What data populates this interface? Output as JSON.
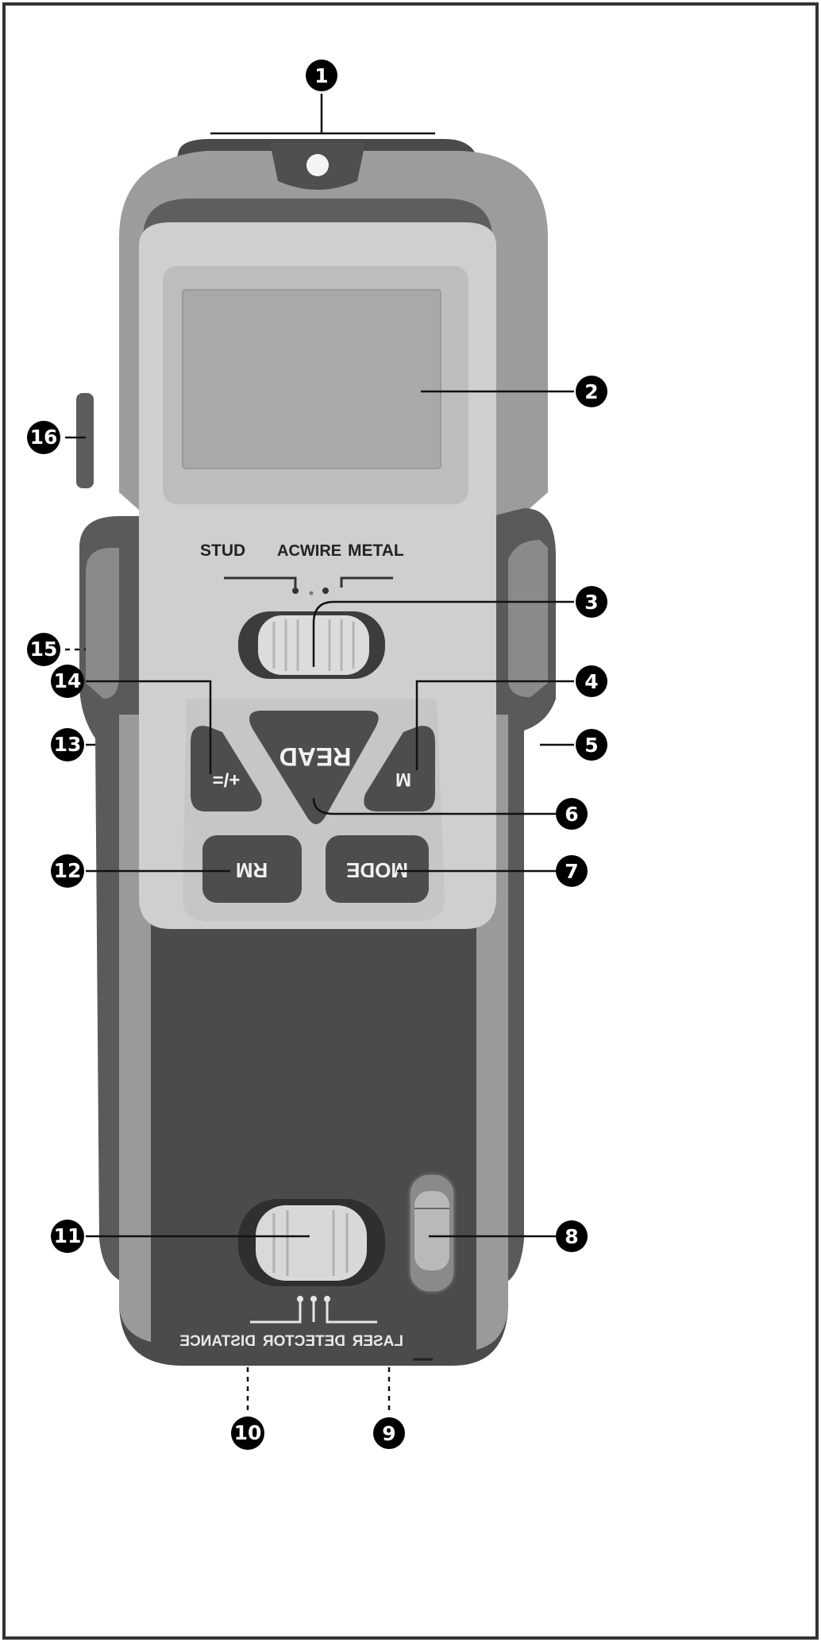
{
  "colors": {
    "background": "#ffffff",
    "frame": "#333333",
    "housing_dark": "#4a4a4a",
    "housing_mid": "#8e8e8e",
    "bumper": "#a3a3a3",
    "face_light": "#cfcfcf",
    "screen": "#aaaaaa",
    "button": "#4d4d4d",
    "callout_fill": "#000000"
  },
  "device": {
    "mode_labels": {
      "stud": "STUD",
      "acwire": "ACWIRE",
      "metal": "METAL"
    },
    "buttons": {
      "read": "READ",
      "mode": "MODE",
      "rm": "RM",
      "plus_equals": "+/=",
      "m": "M"
    },
    "function_labels": {
      "laser": "LASER",
      "detector": "DETECTOR",
      "distance": "DISTANCE"
    }
  },
  "callouts": [
    {
      "number": "1",
      "id": "callout-1"
    },
    {
      "number": "2",
      "id": "callout-2"
    },
    {
      "number": "3",
      "id": "callout-3"
    },
    {
      "number": "4",
      "id": "callout-4"
    },
    {
      "number": "5",
      "id": "callout-5"
    },
    {
      "number": "6",
      "id": "callout-6"
    },
    {
      "number": "7",
      "id": "callout-7"
    },
    {
      "number": "8",
      "id": "callout-8"
    },
    {
      "number": "9",
      "id": "callout-9"
    },
    {
      "number": "10",
      "id": "callout-10"
    },
    {
      "number": "11",
      "id": "callout-11"
    },
    {
      "number": "12",
      "id": "callout-12"
    },
    {
      "number": "13",
      "id": "callout-13"
    },
    {
      "number": "14",
      "id": "callout-14"
    },
    {
      "number": "15",
      "id": "callout-15"
    },
    {
      "number": "16",
      "id": "callout-16"
    }
  ]
}
